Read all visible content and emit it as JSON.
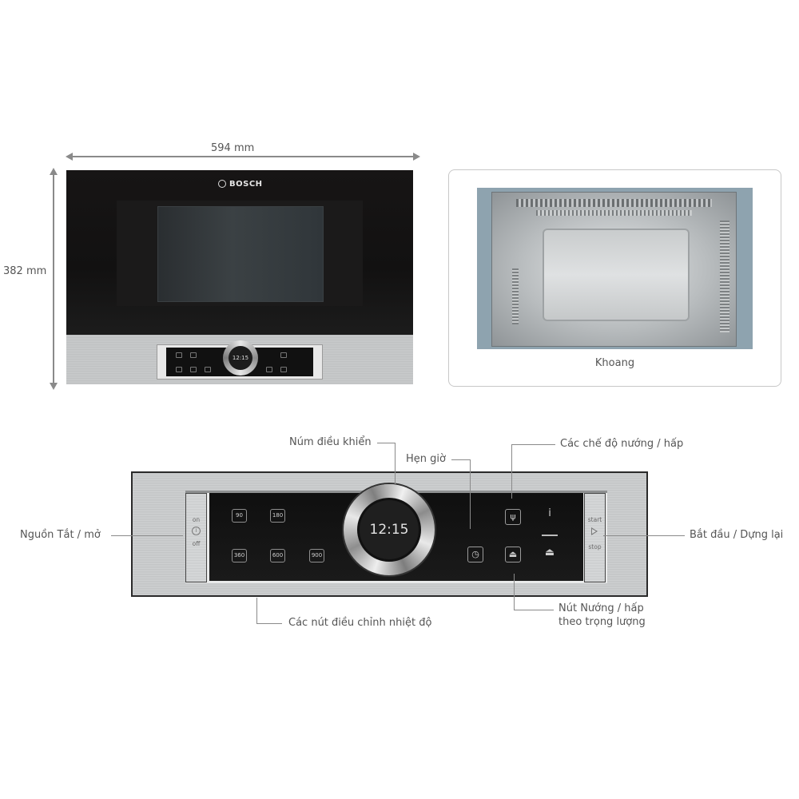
{
  "dimensions": {
    "width_label": "594 mm",
    "height_label": "382 mm"
  },
  "front_view": {
    "brand": "BOSCH",
    "display_time": "12:15"
  },
  "cavity": {
    "caption": "Khoang"
  },
  "control_panel": {
    "power": {
      "on_label": "on",
      "off_label": "off",
      "icon": "power-icon"
    },
    "start_stop": {
      "start_label": "start",
      "stop_label": "stop",
      "icon": "play-icon"
    },
    "power_buttons": [
      "90",
      "180",
      "360",
      "600",
      "900"
    ],
    "knob_display": "12:15",
    "function_icons": [
      "timer-icon",
      "cutlery-icon",
      "weight-icon",
      "info-icon",
      "eject-icon"
    ]
  },
  "annotations": {
    "knob": "Núm điều khiển",
    "timer": "Hẹn giờ",
    "modes": "Các chế độ nướng / hấp",
    "power": "Nguồn Tắt / mở",
    "start_stop": "Bắt đầu / Dựng lại",
    "temp_buttons": "Các nút điều chỉnh nhiệt độ",
    "weight_line1": "Nút Nướng / hấp",
    "weight_line2": "theo trọng lượng"
  }
}
